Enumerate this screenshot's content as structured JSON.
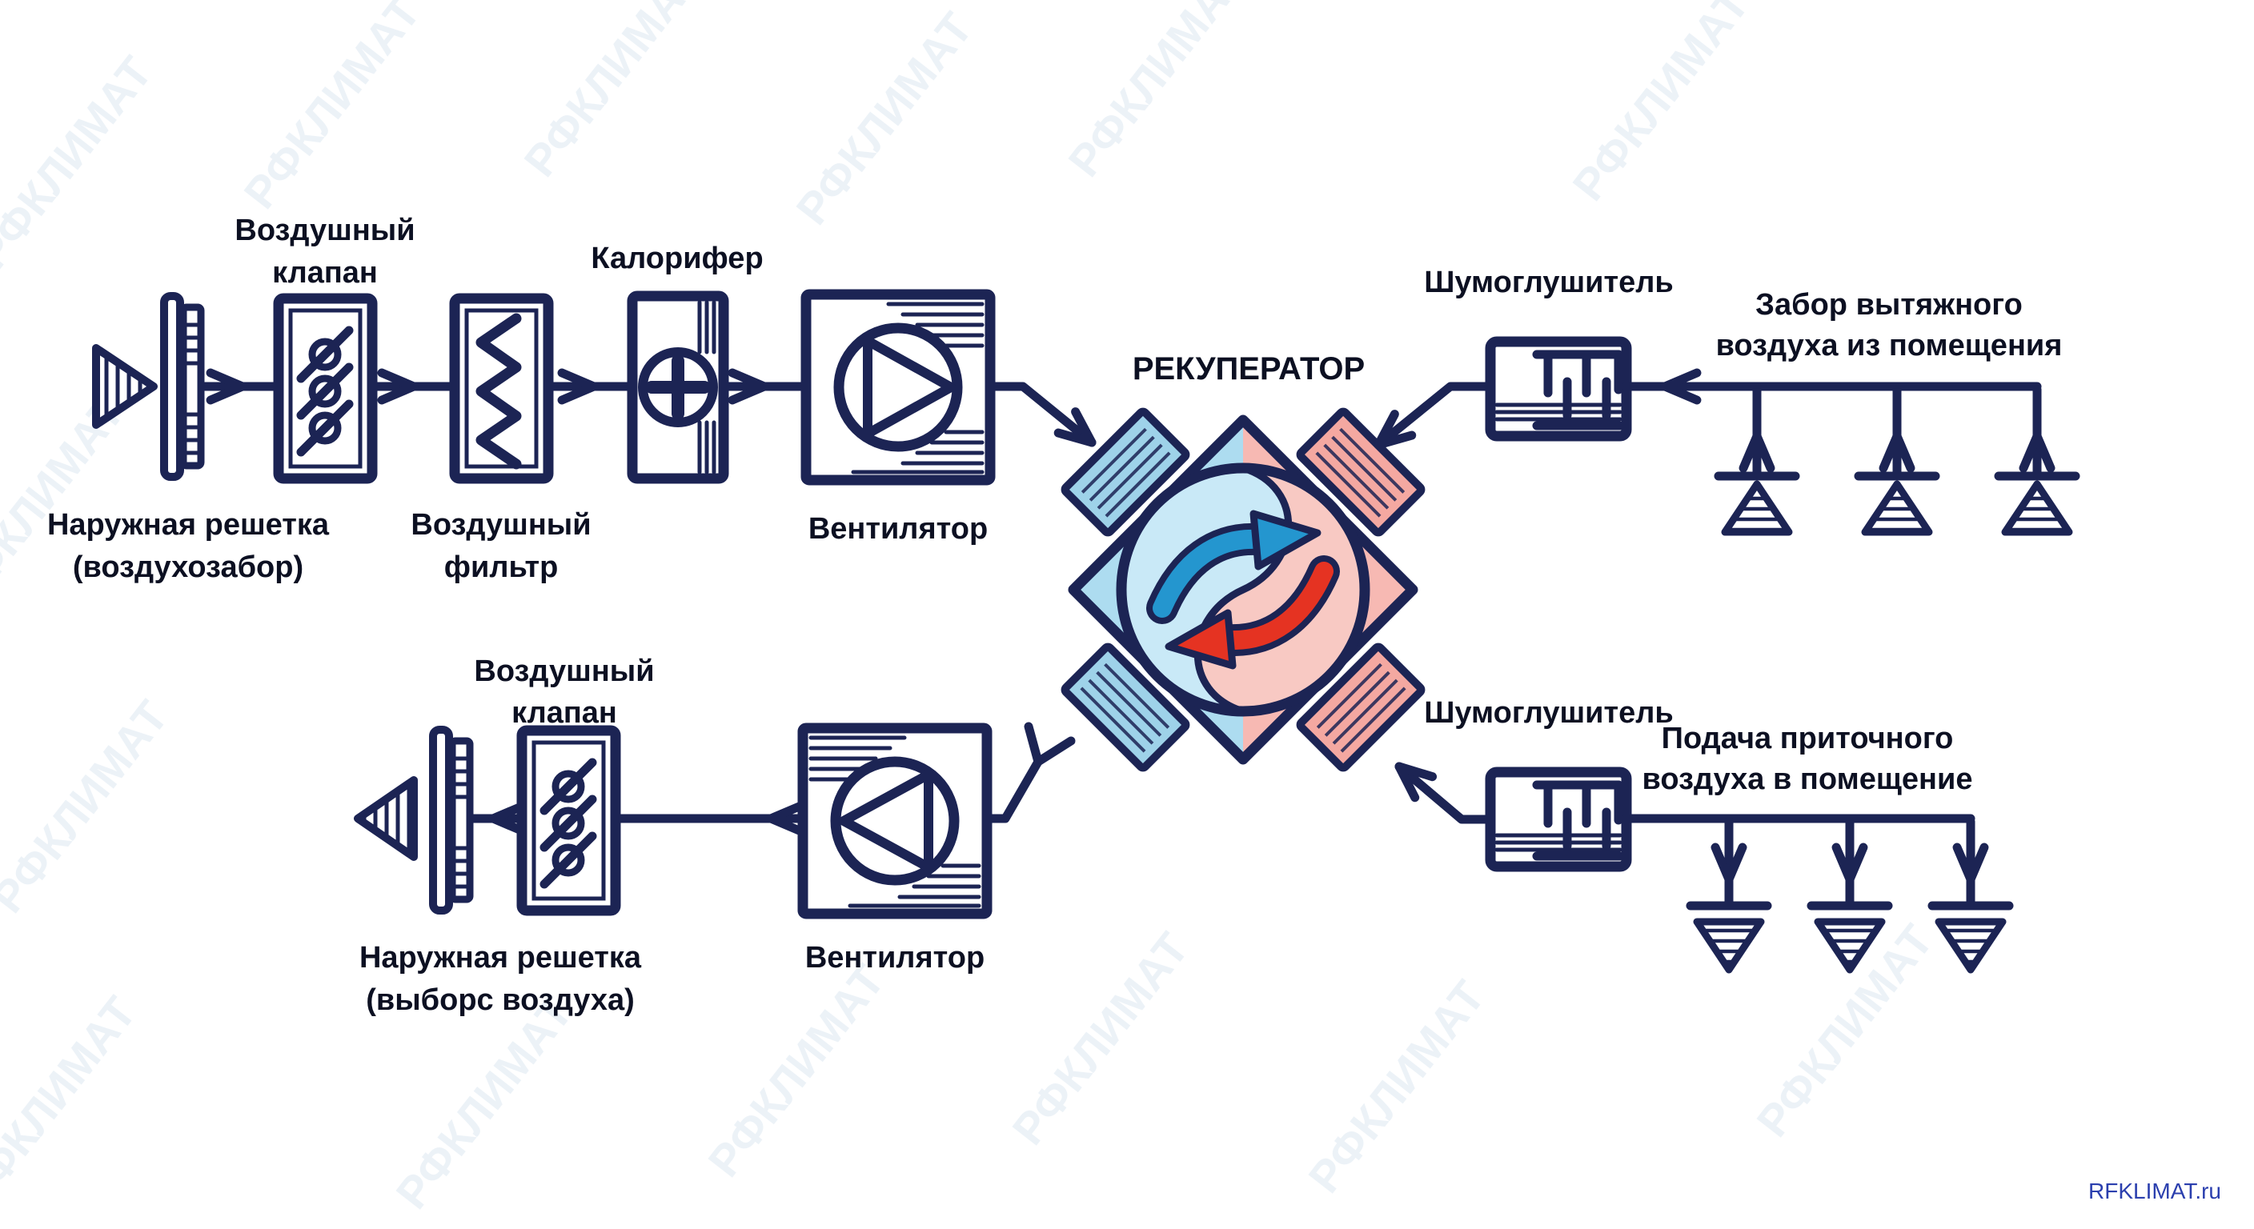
{
  "watermark": {
    "tile_text": "РФКЛИМАТ",
    "site_text": "RFKLIMAT.ru"
  },
  "colors": {
    "ink_navy": "#1c2454",
    "text_dark": "#0c1022",
    "diamond_blue": "#addcf0",
    "diamond_pink": "#f7b9b3",
    "circle_blue": "#c9e9f7",
    "circle_pink": "#f8c9c3",
    "stub_blue": "#9ed2e9",
    "stub_pink": "#f4a8a1",
    "arrow_blue": "#2496cf",
    "arrow_red": "#e53322",
    "site_link_blue": "#2b3fae"
  },
  "diagram": {
    "supply_top": {
      "intake_grille_line1": "Наружная решетка",
      "intake_grille_line2": "(воздухозабор)",
      "valve_line1": "Воздушный",
      "valve_line2": "клапан",
      "filter_line1": "Воздушный",
      "filter_line2": "фильтр",
      "heater_label": "Калорифер",
      "fan_label": "Вентилятор"
    },
    "recuperator": {
      "label": "РЕКУПЕРАТОР"
    },
    "exhaust_duct_top": {
      "silencer_label": "Шумоглушитель",
      "caption_line1": "Забор вытяжного",
      "caption_line2": "воздуха из помещения"
    },
    "supply_duct_bottom": {
      "silencer_label": "Шумоглушитель",
      "caption_line1": "Подача приточного",
      "caption_line2": "воздуха в помещение"
    },
    "exhaust_bottom": {
      "valve_line1": "Воздушный",
      "valve_line2": "клапан",
      "grille_line1": "Наружная решетка",
      "grille_line2": "(выборс воздуха)",
      "fan_label": "Вентилятор"
    }
  }
}
